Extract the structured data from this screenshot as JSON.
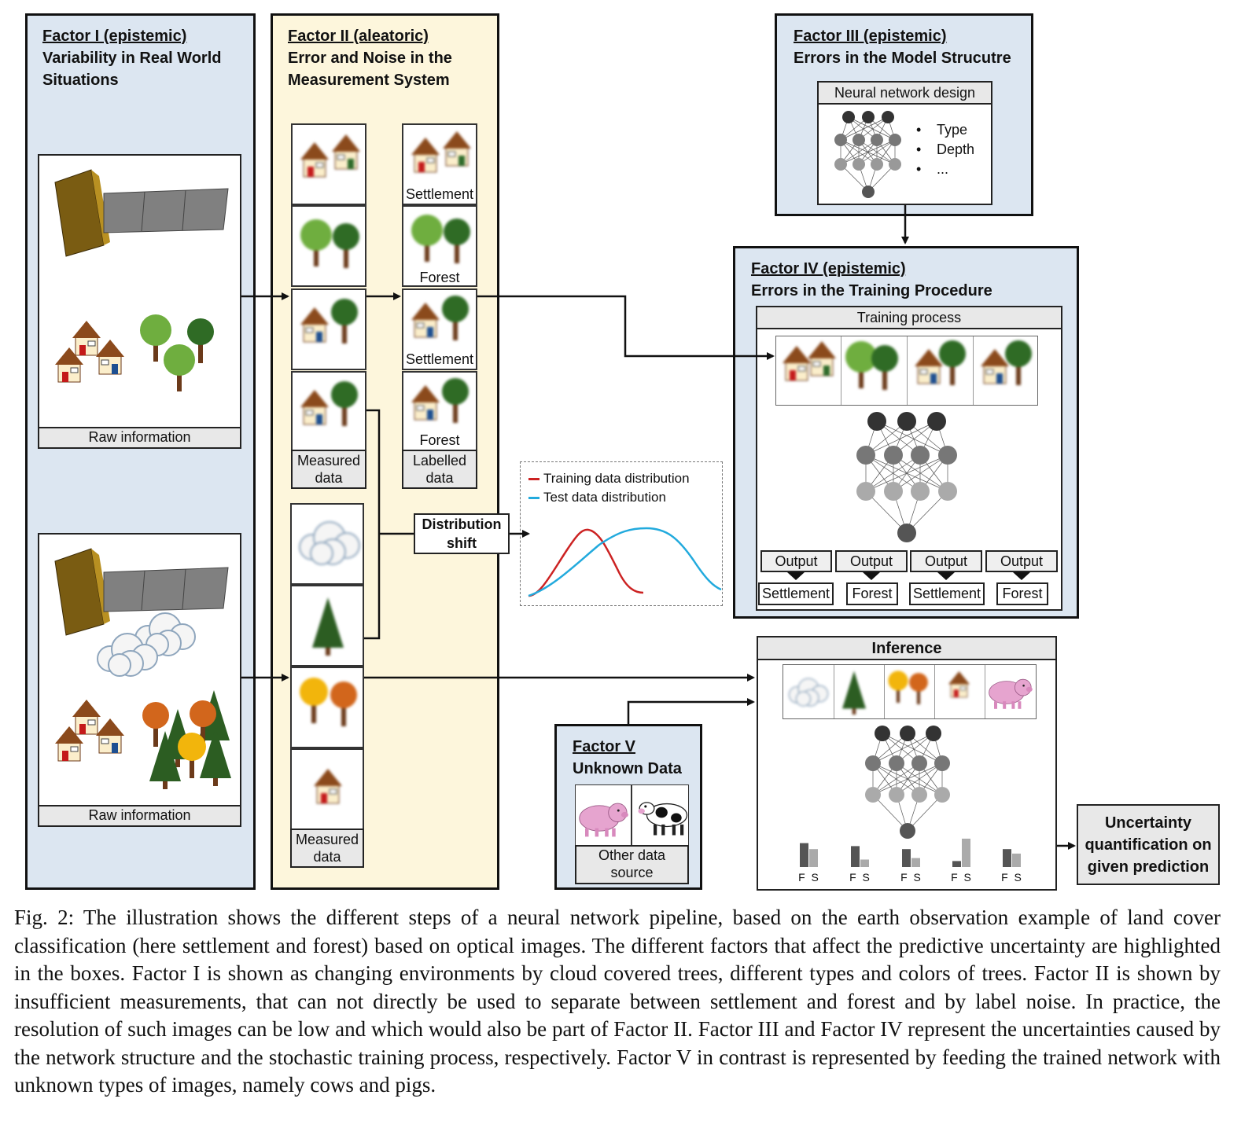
{
  "factor1": {
    "heading": "Factor I (epistemic)",
    "title": "Variability in Real World Situations",
    "raw_label_top": "Raw information",
    "raw_label_bottom": "Raw information"
  },
  "factor2": {
    "heading": "Factor II (aleatoric)",
    "title": "Error and Noise in the Measurement System",
    "labels": [
      "Settlement",
      "Forest",
      "Settlement",
      "Forest"
    ],
    "measured_label": "Measured data",
    "labelled_label": "Labelled data",
    "measured_label_bottom": "Measured data"
  },
  "factor3": {
    "heading": "Factor III (epistemic)",
    "title": "Errors in the Model Strucutre",
    "design_label": "Neural network design",
    "bullets": [
      "Type",
      "Depth",
      "..."
    ]
  },
  "factor4": {
    "heading": "Factor IV (epistemic)",
    "title": "Errors in the Training Procedure",
    "training_label": "Training process",
    "outputs": [
      "Output",
      "Output",
      "Output",
      "Output"
    ],
    "results": [
      "Settlement",
      "Forest",
      "Settlement",
      "Forest"
    ]
  },
  "factor5": {
    "heading": "Factor V",
    "title": "Unknown Data",
    "source_label": "Other data source"
  },
  "shift": {
    "label": "Distribution shift",
    "legend": [
      "Training data distribution",
      "Test data distribution"
    ],
    "colors": [
      "#cc2222",
      "#22aadd"
    ]
  },
  "inference": {
    "title": "Inference",
    "bar_labels": [
      "F S",
      "F S",
      "F S",
      "F S",
      "F S"
    ],
    "bars": [
      [
        0.8,
        0.6
      ],
      [
        0.7,
        0.25
      ],
      [
        0.6,
        0.3
      ],
      [
        0.2,
        0.95
      ],
      [
        0.6,
        0.45
      ]
    ]
  },
  "uq": {
    "label": "Uncertainty quantification on given prediction"
  },
  "caption": "Fig. 2: The illustration shows the different steps of a neural network pipeline, based on the earth observation example of land cover classification (here settlement and forest) based on optical images. The different factors that affect the predictive uncertainty are highlighted in the boxes. Factor I is shown as changing environments by cloud covered trees, different types and colors of trees. Factor II is shown by insufficient measurements, that can not directly be used to separate between settlement and forest and by label noise. In practice, the resolution of such images can be low and which would also be part of Factor II. Factor III and Factor IV represent the uncertainties caused by the network structure and the stochastic training process, respectively. Factor V in contrast is represented by feeding the trained network with unknown types of images, namely cows and pigs."
}
